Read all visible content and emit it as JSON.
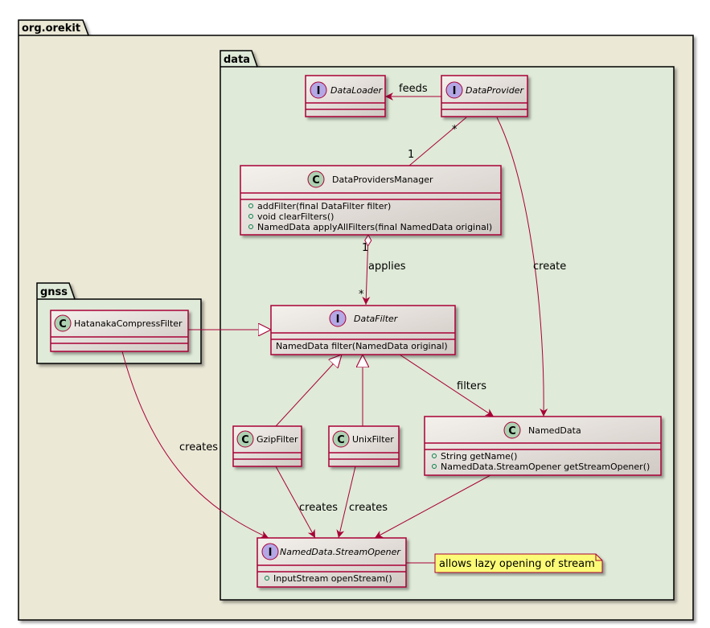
{
  "packages": {
    "root": "org.orekit",
    "data": "data",
    "gnss": "gnss"
  },
  "classes": {
    "data_loader": {
      "name": "DataLoader",
      "stereotype": "I"
    },
    "data_provider": {
      "name": "DataProvider",
      "stereotype": "I"
    },
    "providers_manager": {
      "name": "DataProvidersManager",
      "stereotype": "C",
      "members": [
        "addFilter(final DataFilter filter)",
        "void clearFilters()",
        "NamedData applyAllFilters(final NamedData original)"
      ]
    },
    "data_filter": {
      "name": "DataFilter",
      "stereotype": "I",
      "members": [
        "NamedData filter(NamedData original)"
      ]
    },
    "hatanaka": {
      "name": "HatanakaCompressFilter",
      "stereotype": "C"
    },
    "gzip": {
      "name": "GzipFilter",
      "stereotype": "C"
    },
    "unix": {
      "name": "UnixFilter",
      "stereotype": "C"
    },
    "named_data": {
      "name": "NamedData",
      "stereotype": "C",
      "members": [
        "String getName()",
        "NamedData.StreamOpener getStreamOpener()"
      ]
    },
    "stream_opener": {
      "name": "NamedData.StreamOpener",
      "stereotype": "I",
      "members": [
        "InputStream openStream()"
      ]
    }
  },
  "edges": {
    "feeds": "feeds",
    "applies": "applies",
    "create": "create",
    "filters": "filters",
    "creates_hatanaka": "creates",
    "creates_gzip": "creates",
    "creates_unix": "creates"
  },
  "multiplicities": {
    "provider_many": "*",
    "manager_one": "1",
    "manager_one_b": "1",
    "filter_many": "*"
  },
  "note": {
    "text": "allows lazy opening of stream"
  },
  "colors": {
    "outer_package": "#EBE8D6",
    "inner_package": "#DFEAD8",
    "border": "#A80036",
    "class_circle": "#ADD1B2",
    "interface_circle": "#B4A7E5"
  }
}
